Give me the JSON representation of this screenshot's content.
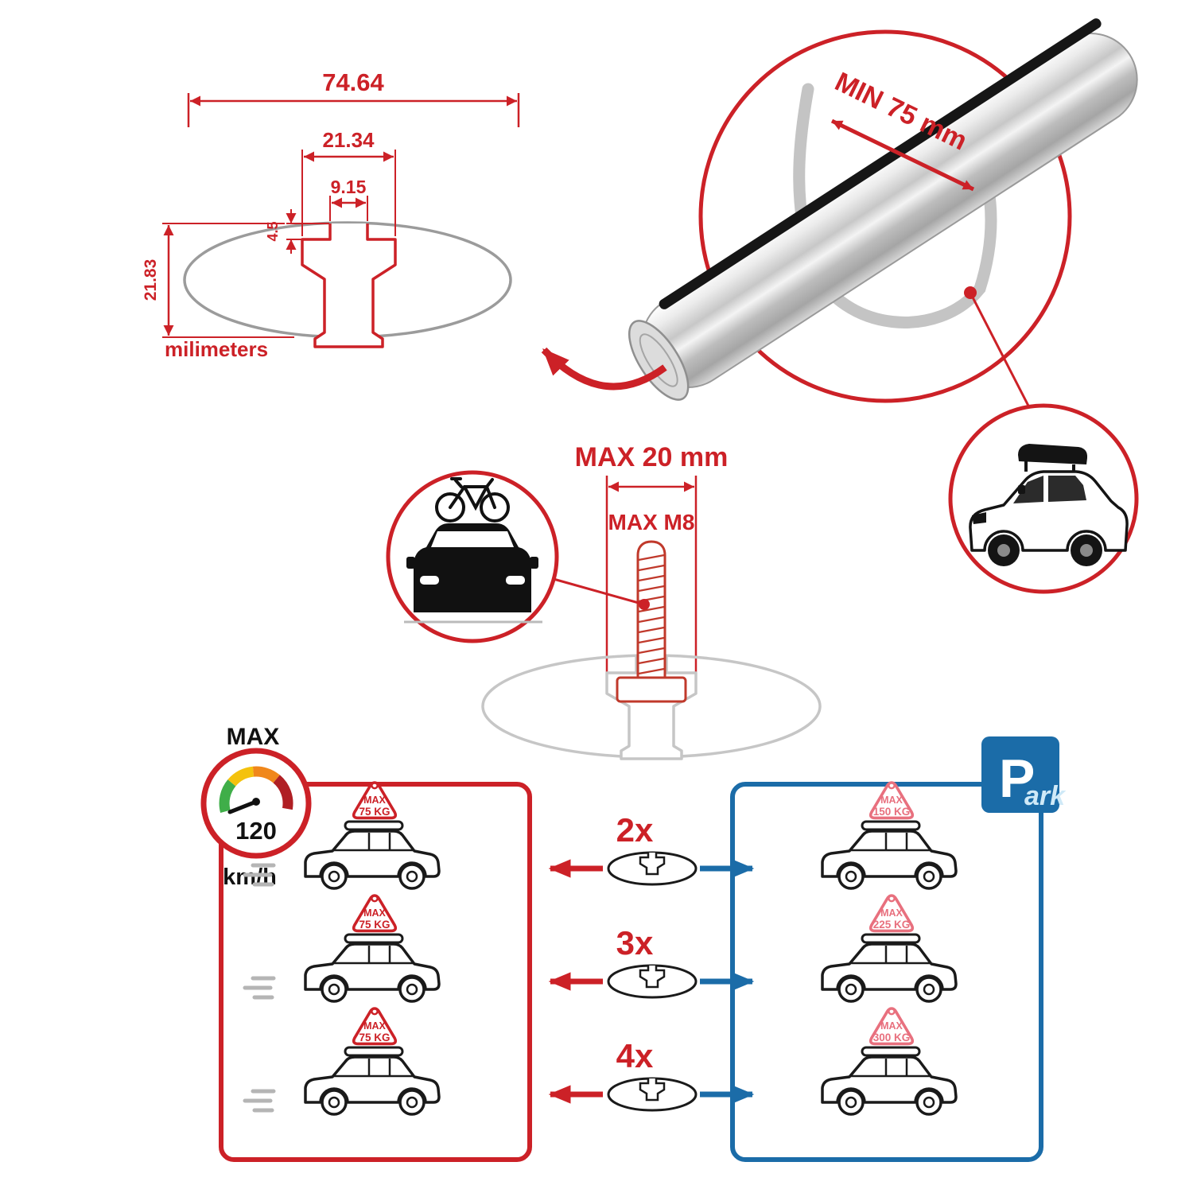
{
  "colors": {
    "accent_red": "#cc2127",
    "accent_blue": "#1b6ca8",
    "drawing_gray": "#9b9b9b",
    "sign_pink": "#e8707e"
  },
  "cross_section": {
    "width": "74.64",
    "channel_outer": "21.34",
    "opening": "9.15",
    "lip": "4.5",
    "height": "21.83",
    "units": "milimeters"
  },
  "bar_closeup": {
    "min_span": "MIN 75 mm"
  },
  "bolt": {
    "max_width": "MAX 20 mm",
    "max_thread": "MAX M8"
  },
  "speed": {
    "max": "MAX",
    "value": "120",
    "units": "km/h"
  },
  "counts": [
    "2x",
    "3x",
    "4x"
  ],
  "signs": {
    "max": "MAX",
    "driving": [
      "75 KG",
      "75 KG",
      "75 KG"
    ],
    "parked": [
      "150 KG",
      "225 KG",
      "300 KG"
    ]
  },
  "park": {
    "p": "P",
    "ark": "ark"
  }
}
